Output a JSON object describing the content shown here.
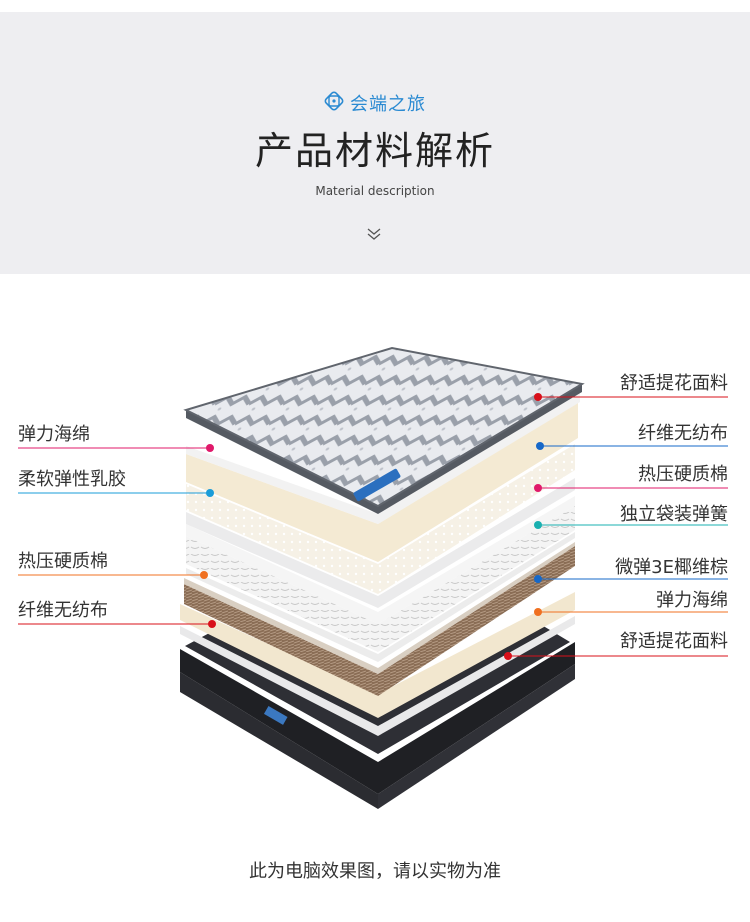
{
  "brand": {
    "name": "会端之旅",
    "logo_icon": "flower-logo-icon",
    "color": "#2a8ad2"
  },
  "header": {
    "title": "产品材料解析",
    "subtitle": "Material description",
    "scroll_icon": "double-chevron-down-icon"
  },
  "layers_left": [
    {
      "label": "弹力海绵",
      "color": "#e0196a"
    },
    {
      "label": "柔软弹性乳胶",
      "color": "#1a9cd8"
    },
    {
      "label": "热压硬质棉",
      "color": "#f07020"
    },
    {
      "label": "纤维无纺布",
      "color": "#d8101a"
    }
  ],
  "layers_right": [
    {
      "label": "舒适提花面料",
      "color": "#d8101a"
    },
    {
      "label": "纤维无纺布",
      "color": "#1668c8"
    },
    {
      "label": "热压硬质棉",
      "color": "#e0196a"
    },
    {
      "label": "独立袋装弹簧",
      "color": "#1ab0b0"
    },
    {
      "label": "微弹3E椰维棕",
      "color": "#1668c8"
    },
    {
      "label": "弹力海绵",
      "color": "#f07020"
    },
    {
      "label": "舒适提花面料",
      "color": "#d8101a"
    }
  ],
  "caption": "此为电脑效果图，请以实物为准"
}
